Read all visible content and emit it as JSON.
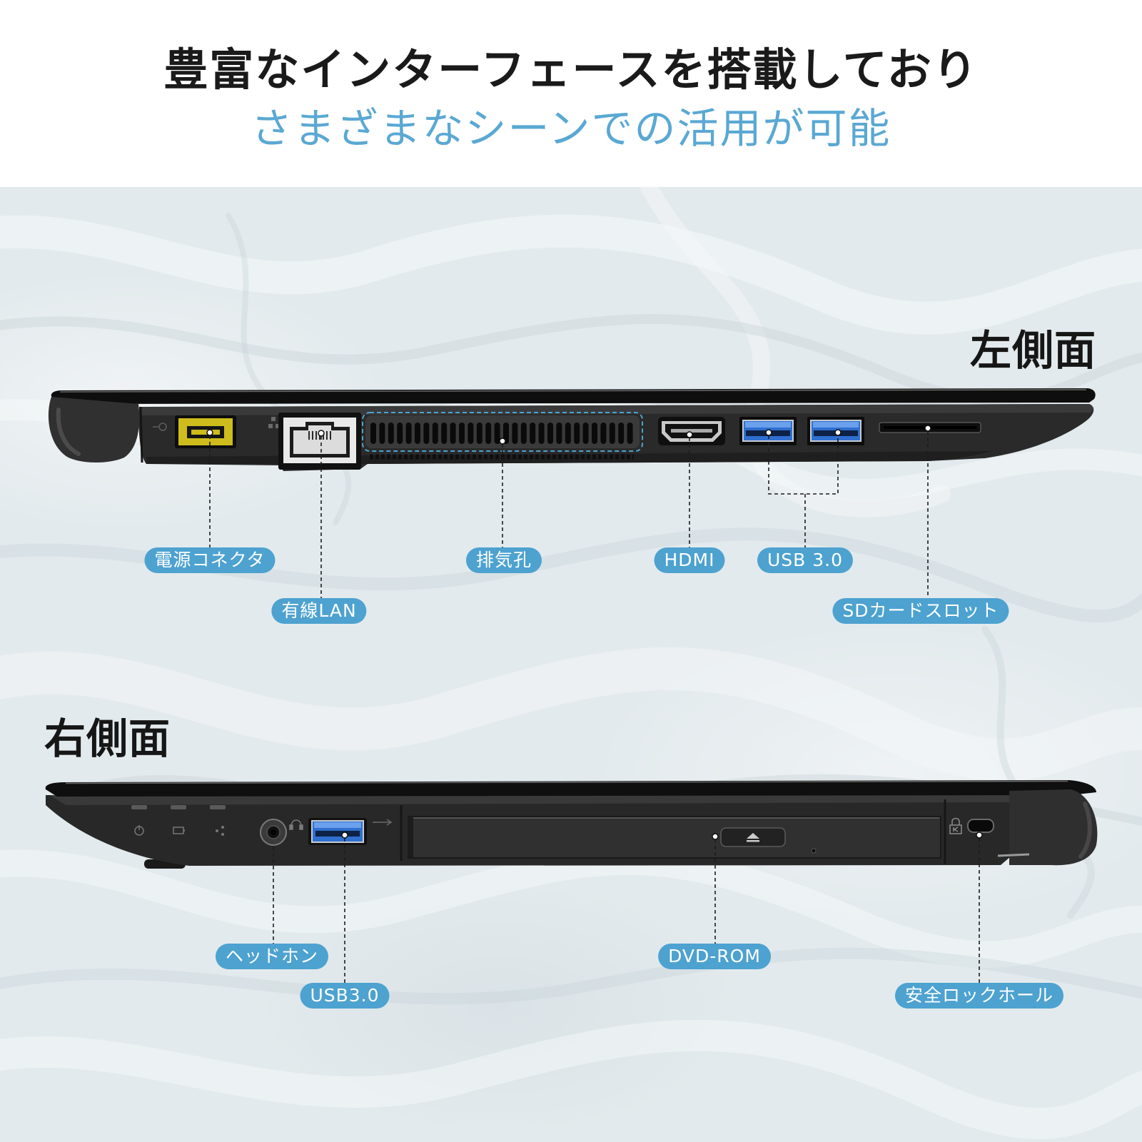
{
  "header": {
    "title": "豊富なインターフェースを搭載しており",
    "subtitle": "さまざまなシーンでの活用が可能"
  },
  "left_side": {
    "heading": "左側面",
    "labels": {
      "power": "電源コネクタ",
      "lan": "有線LAN",
      "vent": "排気孔",
      "hdmi": "HDMI",
      "usb": "USB 3.0",
      "sd": "SDカードスロット"
    }
  },
  "right_side": {
    "heading": "右側面",
    "labels": {
      "headphone": "ヘッドホン",
      "usb": "USB3.0",
      "dvd": "DVD-ROM",
      "lock": "安全ロックホール"
    }
  },
  "colors": {
    "title": "#1a1a1a",
    "subtitle": "#5aa8d3",
    "accent": "#4da2d0",
    "background": "#e3eaed",
    "usb_port": "#2f6fd0",
    "power_port": "#cdbc1c",
    "laptop_body": "#2a2a2a"
  },
  "icons": [
    "lan-icon",
    "power-led-icon",
    "battery-led-icon",
    "network-led-icon",
    "headphone-icon",
    "eject-icon",
    "kensington-lock-icon"
  ]
}
